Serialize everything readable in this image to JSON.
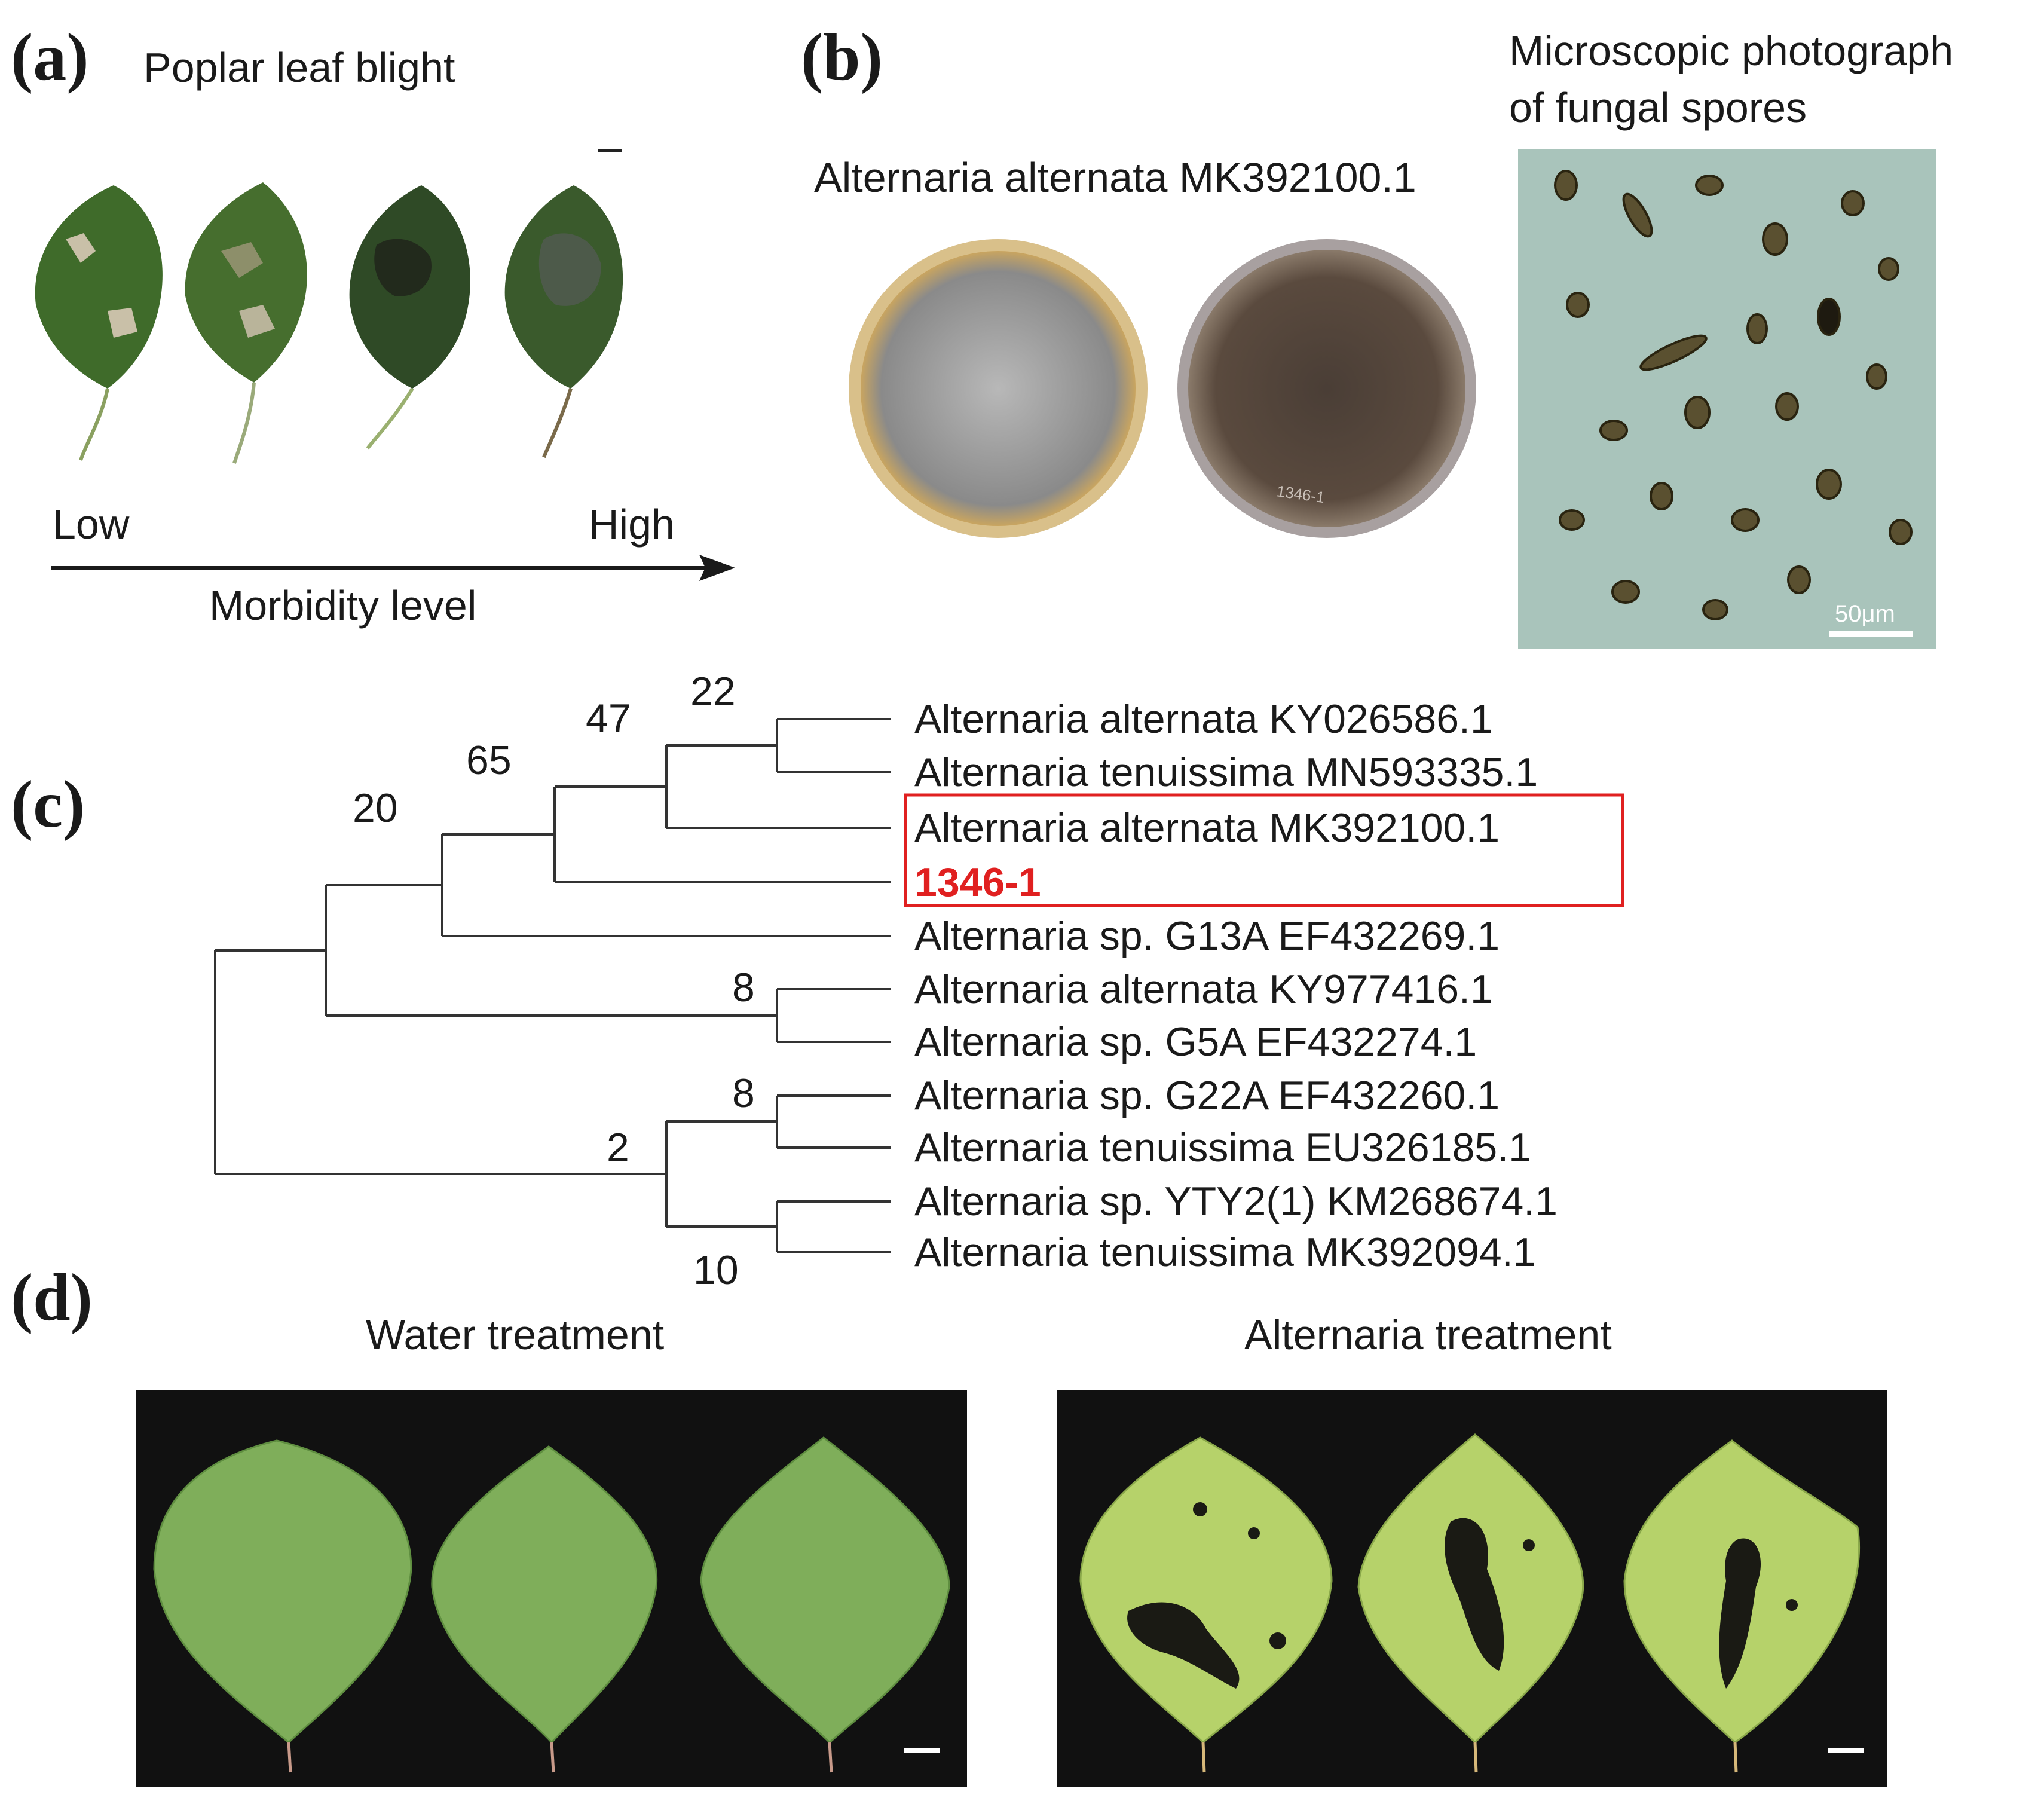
{
  "panels": {
    "a": {
      "letter": "(a)",
      "title": "Poplar leaf blight",
      "axis_low": "Low",
      "axis_high": "High",
      "axis_label": "Morbidity level"
    },
    "b": {
      "letter": "(b)",
      "culture_label": "Alternaria alternata MK392100.1",
      "micro_title_line1": "Microscopic photograph",
      "micro_title_line2": "of fungal spores",
      "scale_label": "50μm",
      "plate_text": "1346-1"
    },
    "c": {
      "letter": "(c)"
    },
    "d": {
      "letter": "(d)",
      "water_label": "Water treatment",
      "alternaria_label": "Alternaria treatment"
    }
  },
  "tree": {
    "leaves": [
      "Alternaria alternata KY026586.1",
      "Alternaria tenuissima MN593335.1",
      "Alternaria alternata MK392100.1",
      "1346-1",
      "Alternaria sp. G13A EF432269.1",
      "Alternaria alternata KY977416.1",
      "Alternaria sp. G5A EF432274.1",
      "Alternaria sp. G22A EF432260.1",
      "Alternaria tenuissima EU326185.1",
      "Alternaria sp. YTY2(1) KM268674.1",
      "Alternaria tenuissima MK392094.1"
    ],
    "highlighted_leaf": "1346-1",
    "bootstrap": [
      "22",
      "47",
      "65",
      "20",
      "8",
      "8",
      "2",
      "10"
    ],
    "colors": {
      "highlight": "#e02020",
      "line": "#333333"
    }
  }
}
